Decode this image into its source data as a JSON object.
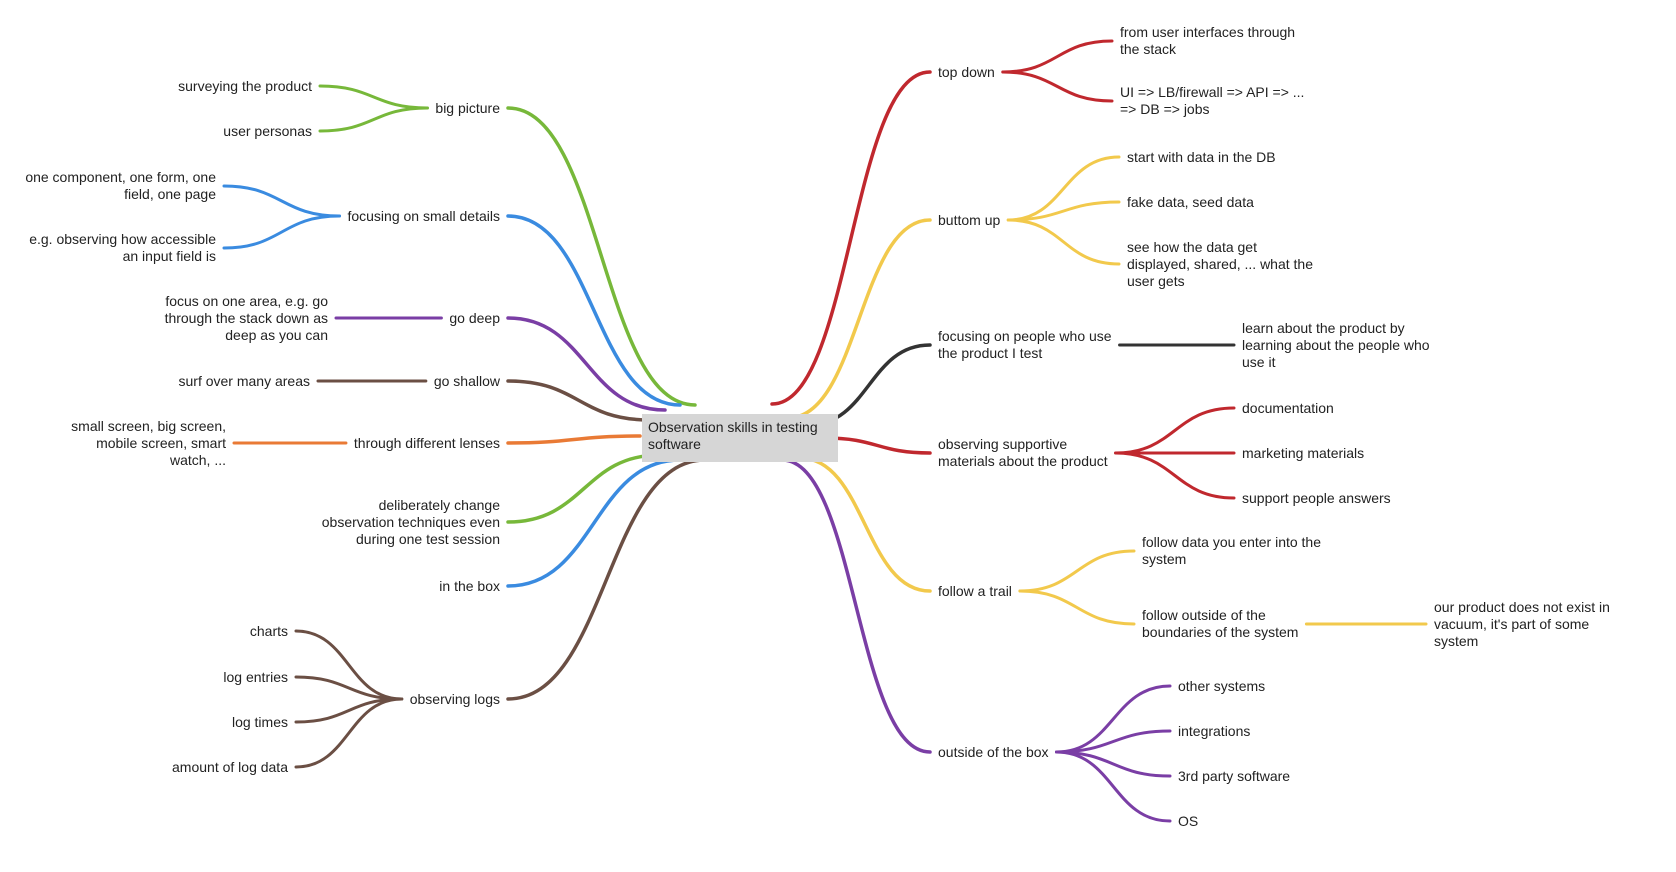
{
  "title": "Observation skills in testing software",
  "title_lines": [
    "Observation skills in testing",
    "software"
  ],
  "colors": {
    "green": "#77b83a",
    "blue": "#3a8be0",
    "purple": "#7a3ea5",
    "brown": "#6b4f44",
    "orange": "#e97a35",
    "red": "#c0282e",
    "yellow": "#f2c94c",
    "dark": "#333333"
  },
  "left_branches": [
    {
      "label": [
        "big picture"
      ],
      "color": "green",
      "children": [
        {
          "label": [
            "surveying the product"
          ]
        },
        {
          "label": [
            "user personas"
          ]
        }
      ]
    },
    {
      "label": [
        "focusing on small details"
      ],
      "color": "blue",
      "children": [
        {
          "label": [
            "one component, one form, one",
            "field, one page"
          ]
        },
        {
          "label": [
            "e.g. observing how accessible",
            "an input field is"
          ]
        }
      ]
    },
    {
      "label": [
        "go deep"
      ],
      "color": "purple",
      "children": [
        {
          "label": [
            "focus on one area, e.g. go",
            "through the stack down as",
            "deep as you can"
          ]
        }
      ]
    },
    {
      "label": [
        "go shallow"
      ],
      "color": "brown",
      "children": [
        {
          "label": [
            "surf over many areas"
          ]
        }
      ]
    },
    {
      "label": [
        "through different lenses"
      ],
      "color": "orange",
      "children": [
        {
          "label": [
            "small screen, big screen,",
            "mobile screen, smart",
            "watch, ..."
          ]
        }
      ]
    },
    {
      "label": [
        "deliberately change",
        "observation techniques even",
        "during one test session"
      ],
      "color": "green",
      "children": []
    },
    {
      "label": [
        "in the box"
      ],
      "color": "blue",
      "children": []
    },
    {
      "label": [
        "observing logs"
      ],
      "color": "brown",
      "children": [
        {
          "label": [
            "charts"
          ]
        },
        {
          "label": [
            "log entries"
          ]
        },
        {
          "label": [
            "log times"
          ]
        },
        {
          "label": [
            "amount of log data"
          ]
        }
      ]
    }
  ],
  "right_branches": [
    {
      "label": [
        "top down"
      ],
      "color": "red",
      "children": [
        {
          "label": [
            "from user interfaces through",
            "the stack"
          ]
        },
        {
          "label": [
            "UI => LB/firewall => API => ...",
            "=> DB => jobs"
          ]
        }
      ]
    },
    {
      "label": [
        "buttom up"
      ],
      "color": "yellow",
      "children": [
        {
          "label": [
            "start with data in the DB"
          ]
        },
        {
          "label": [
            "fake data, seed data"
          ]
        },
        {
          "label": [
            "see how the data get",
            "displayed, shared, ... what the",
            "user gets"
          ]
        }
      ]
    },
    {
      "label": [
        "focusing on people who use",
        "the product I test"
      ],
      "color": "dark",
      "children": [
        {
          "label": [
            "learn about the product by",
            "learning about the people who",
            "use it"
          ]
        }
      ]
    },
    {
      "label": [
        "observing supportive",
        "materials about the product"
      ],
      "color": "red",
      "children": [
        {
          "label": [
            "documentation"
          ]
        },
        {
          "label": [
            "marketing materials"
          ]
        },
        {
          "label": [
            "support people answers"
          ]
        }
      ]
    },
    {
      "label": [
        "follow a trail"
      ],
      "color": "yellow",
      "children": [
        {
          "label": [
            "follow data you enter into the",
            "system"
          ]
        },
        {
          "label": [
            "follow outside of the",
            "boundaries of the system"
          ],
          "children": [
            {
              "label": [
                "our product does not exist in",
                "vacuum, it's part of some",
                "system"
              ]
            }
          ]
        }
      ]
    },
    {
      "label": [
        "outside of the box"
      ],
      "color": "purple",
      "children": [
        {
          "label": [
            "other systems"
          ]
        },
        {
          "label": [
            "integrations"
          ]
        },
        {
          "label": [
            "3rd party software"
          ]
        },
        {
          "label": [
            "OS"
          ]
        }
      ]
    }
  ]
}
